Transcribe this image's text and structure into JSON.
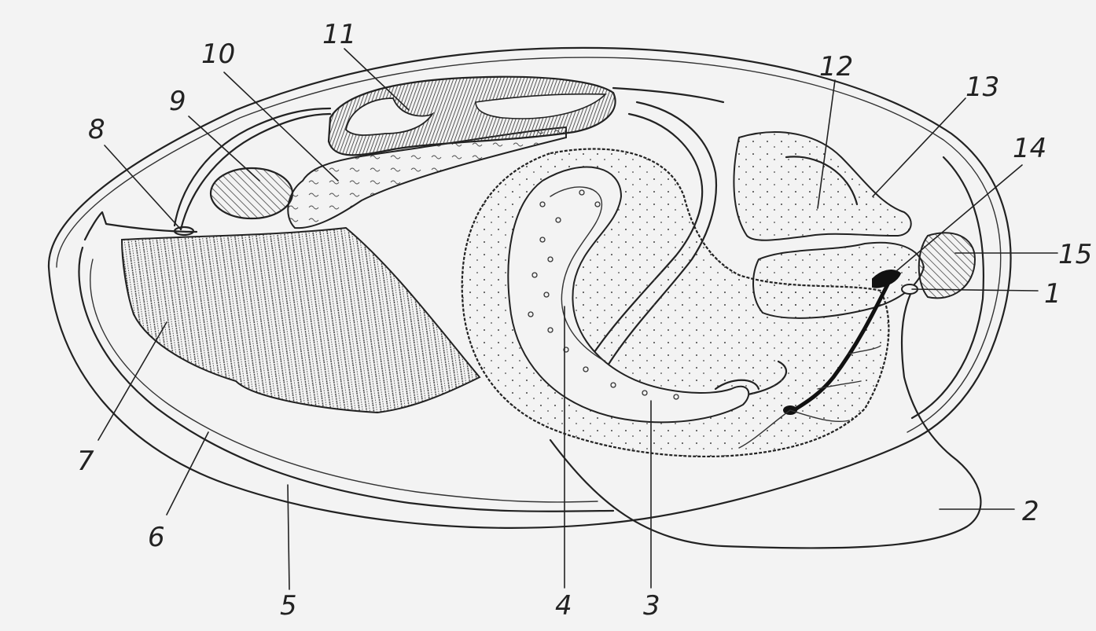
{
  "diagram": {
    "labels": [
      {
        "id": "1",
        "text": "1"
      },
      {
        "id": "2",
        "text": "2"
      },
      {
        "id": "3",
        "text": "3"
      },
      {
        "id": "4",
        "text": "4"
      },
      {
        "id": "5",
        "text": "5"
      },
      {
        "id": "6",
        "text": "6"
      },
      {
        "id": "7",
        "text": "7"
      },
      {
        "id": "8",
        "text": "8"
      },
      {
        "id": "9",
        "text": "9"
      },
      {
        "id": "10",
        "text": "10"
      },
      {
        "id": "11",
        "text": "11"
      },
      {
        "id": "12",
        "text": "12"
      },
      {
        "id": "13",
        "text": "13"
      },
      {
        "id": "14",
        "text": "14"
      },
      {
        "id": "15",
        "text": "15"
      }
    ],
    "colors": {
      "ink": "#222222",
      "paper": "#f3f3f3",
      "hatch": "#555555",
      "solid": "#111111"
    }
  }
}
